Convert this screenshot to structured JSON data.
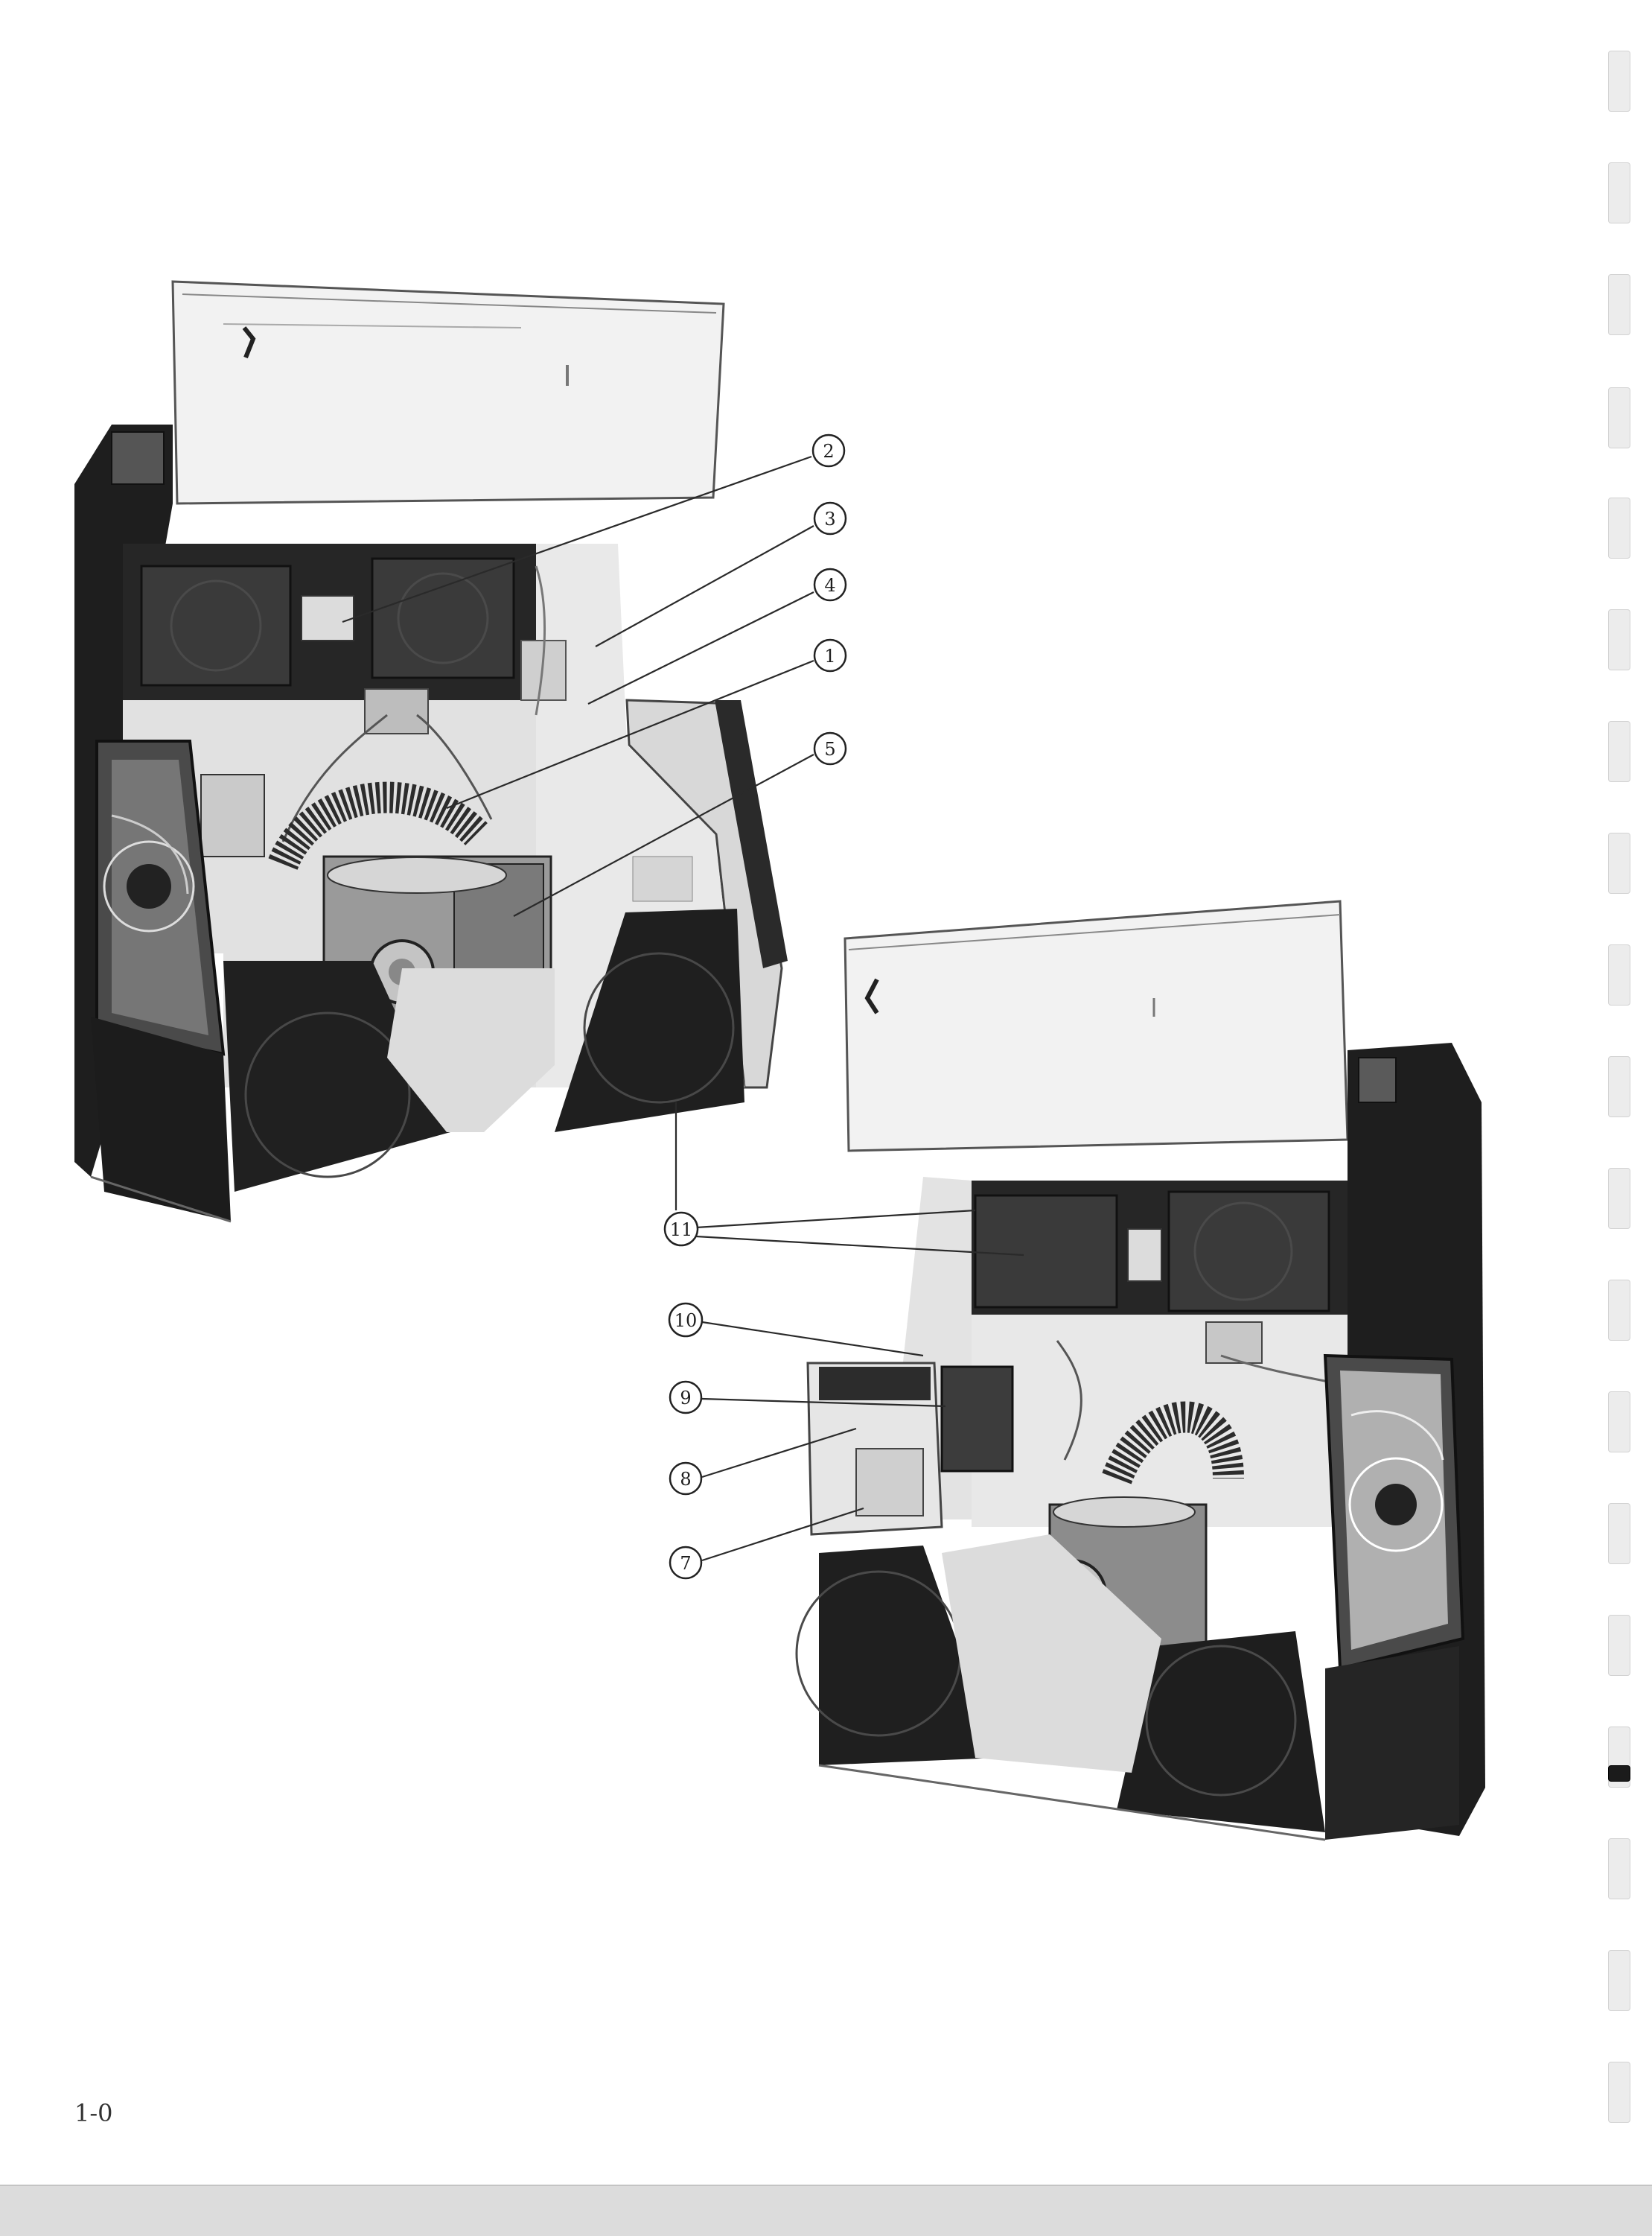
{
  "page": {
    "number": "1-0"
  },
  "figure": {
    "callouts": [
      {
        "id": "c2",
        "label": "2"
      },
      {
        "id": "c3",
        "label": "3"
      },
      {
        "id": "c4",
        "label": "4"
      },
      {
        "id": "c1",
        "label": "1"
      },
      {
        "id": "c5",
        "label": "5"
      },
      {
        "id": "c11",
        "label": "11"
      },
      {
        "id": "c10",
        "label": "10"
      },
      {
        "id": "c9",
        "label": "9"
      },
      {
        "id": "c8",
        "label": "8"
      },
      {
        "id": "c7",
        "label": "7"
      }
    ]
  }
}
